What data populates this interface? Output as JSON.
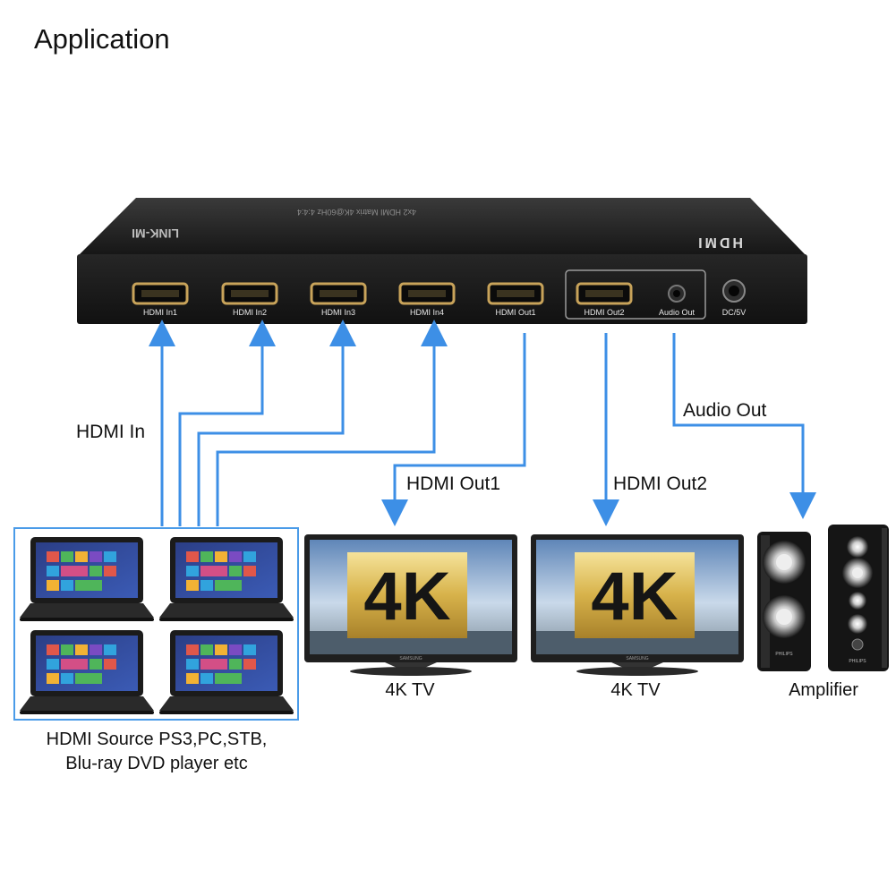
{
  "title": "Application",
  "device": {
    "brand": "LINK-MI",
    "model_text": "4x2 HDMI Matrix 4K@60Hz 4:4:4",
    "hdmi_logo": "HDMI",
    "ports": [
      "HDMI In1",
      "HDMI In2",
      "HDMI In3",
      "HDMI In4",
      "HDMI Out1",
      "HDMI Out2",
      "Audio Out",
      "DC/5V"
    ]
  },
  "labels": {
    "hdmi_in": "HDMI In",
    "hdmi_out1": "HDMI Out1",
    "hdmi_out2": "HDMI Out2",
    "audio_out": "Audio Out"
  },
  "tv": {
    "screen_text": "4K",
    "brand": "SAMSUNG",
    "caption": "4K TV"
  },
  "amplifier": {
    "brand": "PHILIPS",
    "caption": "Amplifier"
  },
  "sources": {
    "caption_line1": "HDMI Source PS3,PC,STB,",
    "caption_line2": "Blu-ray DVD player etc"
  },
  "colors": {
    "arrow": "#3d8fe6",
    "device": "#1c1c1c",
    "port_gold": "#c8a35a",
    "frame": "#4a9be8"
  }
}
